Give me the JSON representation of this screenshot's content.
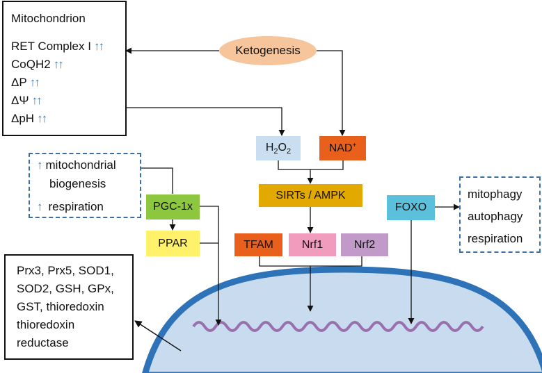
{
  "mito": {
    "title": "Mitochondrion",
    "items": [
      "RET Complex I",
      "CoQH2",
      "ΔP",
      "ΔΨ",
      "ΔpH"
    ],
    "arrow_glyph": "↑↑"
  },
  "ketogenesis": "Ketogenesis",
  "h2o2": {
    "base": "H",
    "sub1": "2",
    "mid": "O",
    "sub2": "2"
  },
  "nad": {
    "base": "NAD",
    "sup": "+"
  },
  "sirts": "SIRTs / AMPK",
  "tfam": "TFAM",
  "nrf1": "Nrf1",
  "nrf2": "Nrf2",
  "pgc": "PGC-1x",
  "ppar": "PPAR",
  "foxo": "FOXO",
  "biogenesis": {
    "up_glyph": "↑",
    "line1": "mitochondrial",
    "line2": "biogenesis",
    "line3": "respiration"
  },
  "foxo_targets": [
    "mitophagy",
    "autophagy",
    "respiration"
  ],
  "antioxidants": [
    "Prx3, Prx5, SOD1,",
    "SOD2, GSH, GPx,",
    "GST, thioredoxin",
    "thioredoxin",
    "reductase"
  ],
  "colors": {
    "ketogenesis": "#f6c59b",
    "h2o2": "#c9dff1",
    "nad": "#e8601c",
    "sirts": "#e2aa00",
    "tfam": "#e8601c",
    "nrf1": "#f19cbd",
    "nrf2": "#c29ac9",
    "pgc": "#8dc63f",
    "ppar": "#fff16a",
    "foxo": "#5bc0dc",
    "nucleus_fill": "#c9dcef",
    "nucleus_border": "#2e72b8",
    "dna": "#9a6fae",
    "up_arrow": "#3d79b7"
  }
}
